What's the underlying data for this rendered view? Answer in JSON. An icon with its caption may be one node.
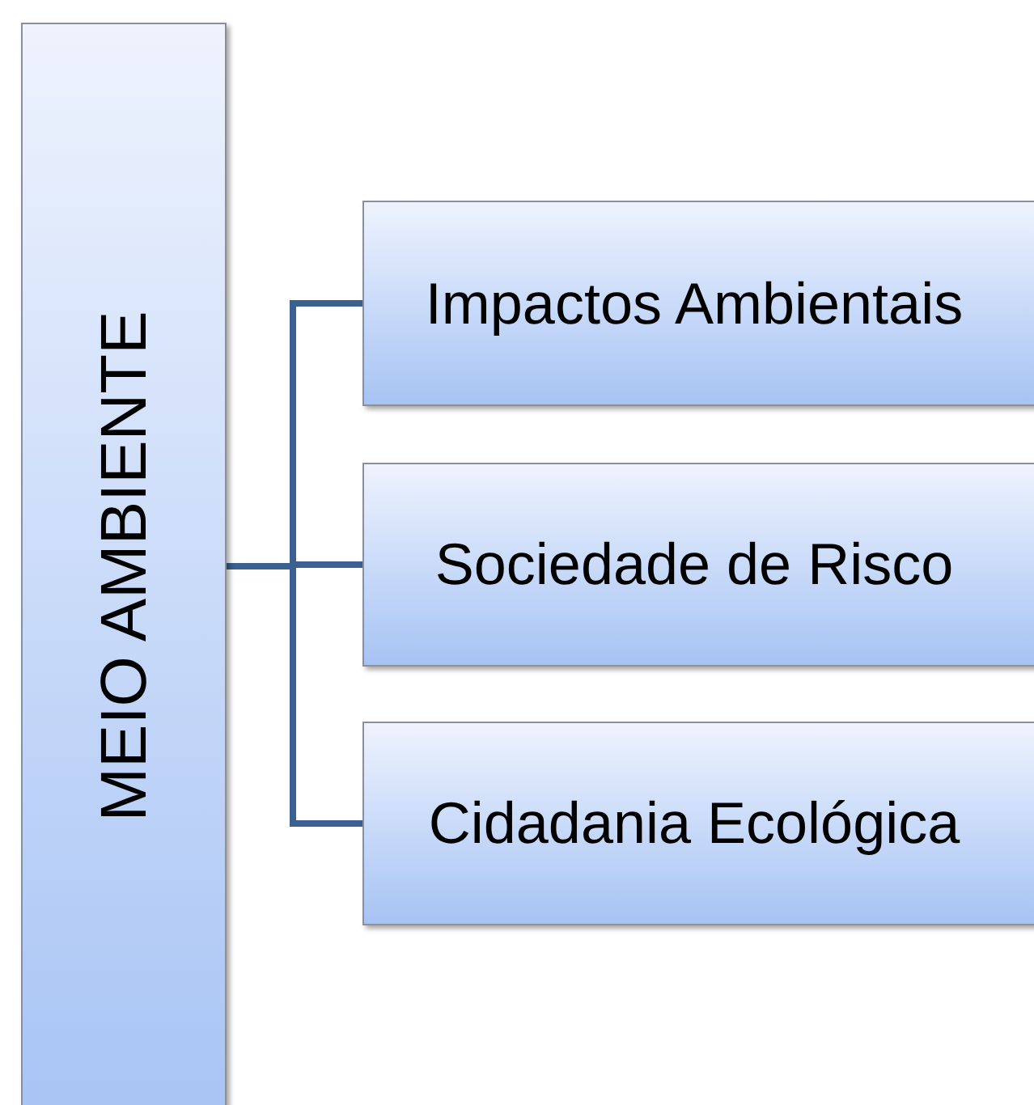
{
  "diagram": {
    "nodes": [
      {
        "text": [
          "MEIO AMBIENTE"
        ]
      },
      {
        "text": [
          "Impactos Ambientais"
        ]
      },
      {
        "text": [
          "Sociedade de Risco"
        ]
      },
      {
        "text": [
          "Cidadania Ecológica"
        ]
      }
    ],
    "edges": [
      {
        "from": 0,
        "to": 1,
        "arrow": "none"
      },
      {
        "from": 0,
        "to": 2,
        "arrow": "none"
      },
      {
        "from": 0,
        "to": 3,
        "arrow": "none"
      }
    ]
  }
}
